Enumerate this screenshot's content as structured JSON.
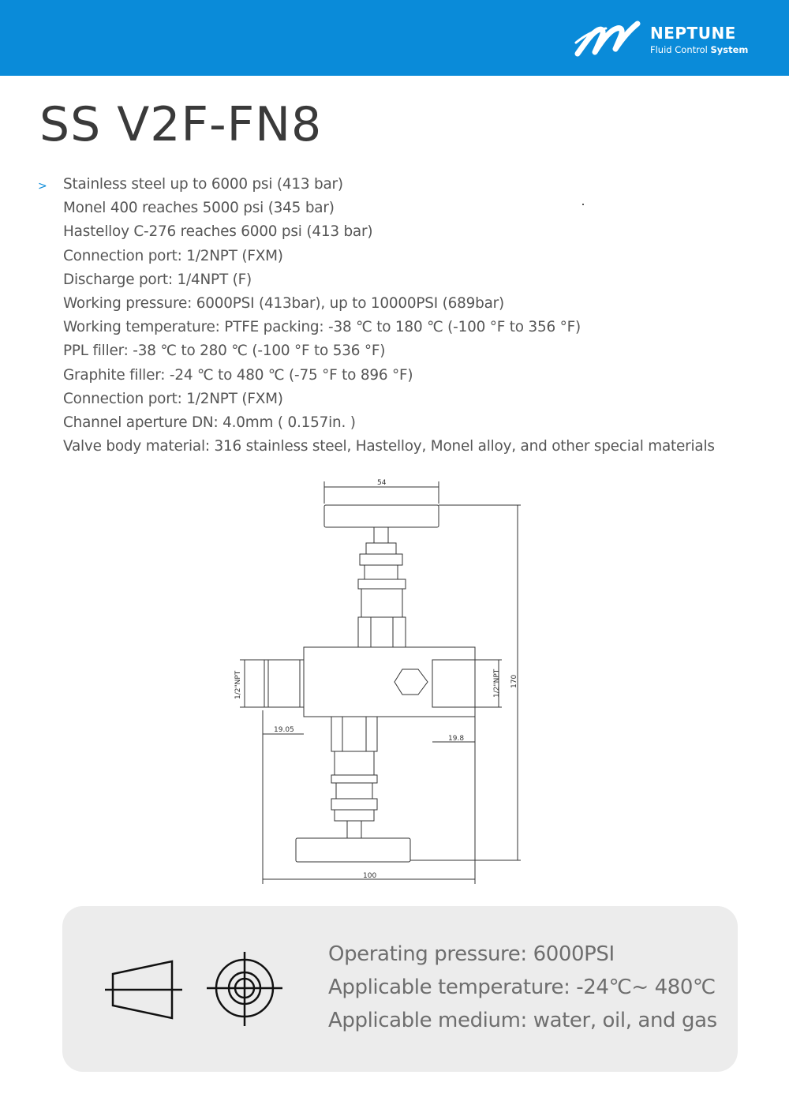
{
  "header": {
    "brand_name": "NEPTUNE",
    "brand_tagline_a": "Fluid Control ",
    "brand_tagline_b": "System",
    "logo_icon": "neptune-n-wave-logo",
    "colors": {
      "header_bg": "#0a8bd9",
      "text": "#ffffff"
    }
  },
  "title": "SS V2F-FN8",
  "bullet_marker": ">",
  "specs": [
    "Stainless steel up to 6000 psi (413 bar)",
    "Monel 400 reaches 5000 psi (345 bar)",
    "Hastelloy C-276 reaches 6000 psi (413 bar)",
    "Connection port: 1/2NPT (FXM)",
    "Discharge port: 1/4NPT (F)",
    "Working pressure: 6000PSI (413bar), up to 10000PSI (689bar)",
    "Working temperature: PTFE packing: -38 ℃ to 180 ℃ (-100 °F to 356 °F)",
    "PPL filler: -38 ℃ to 280 ℃ (-100 °F to 536 °F)",
    "Graphite filler: -24 ℃ to 480 ℃ (-75 °F to 896 °F)",
    "Connection port: 1/2NPT (FXM)",
    "Channel aperture DN: 4.0mm ( 0.157in. )",
    "Valve body material: 316 stainless steel, Hastelloy, Monel alloy, and other special materials"
  ],
  "drawing": {
    "dim_top_width": "54",
    "dim_left_thread": "1/2\"NPT",
    "dim_right_thread": "1/2\"NPT",
    "dim_height": "170",
    "dim_left_offset": "19.05",
    "dim_right_offset": "19.8",
    "dim_bottom_width": "100"
  },
  "summary": {
    "operating_pressure": "Operating pressure: 6000PSI",
    "applicable_temperature": "Applicable temperature: -24℃~ 480℃",
    "applicable_medium": "Applicable medium: water, oil, and gas",
    "icons": [
      "taper-thread-symbol-icon",
      "first-angle-projection-circle-icon"
    ],
    "colors": {
      "box_bg": "#ececec",
      "text": "#6e6e6e"
    }
  }
}
